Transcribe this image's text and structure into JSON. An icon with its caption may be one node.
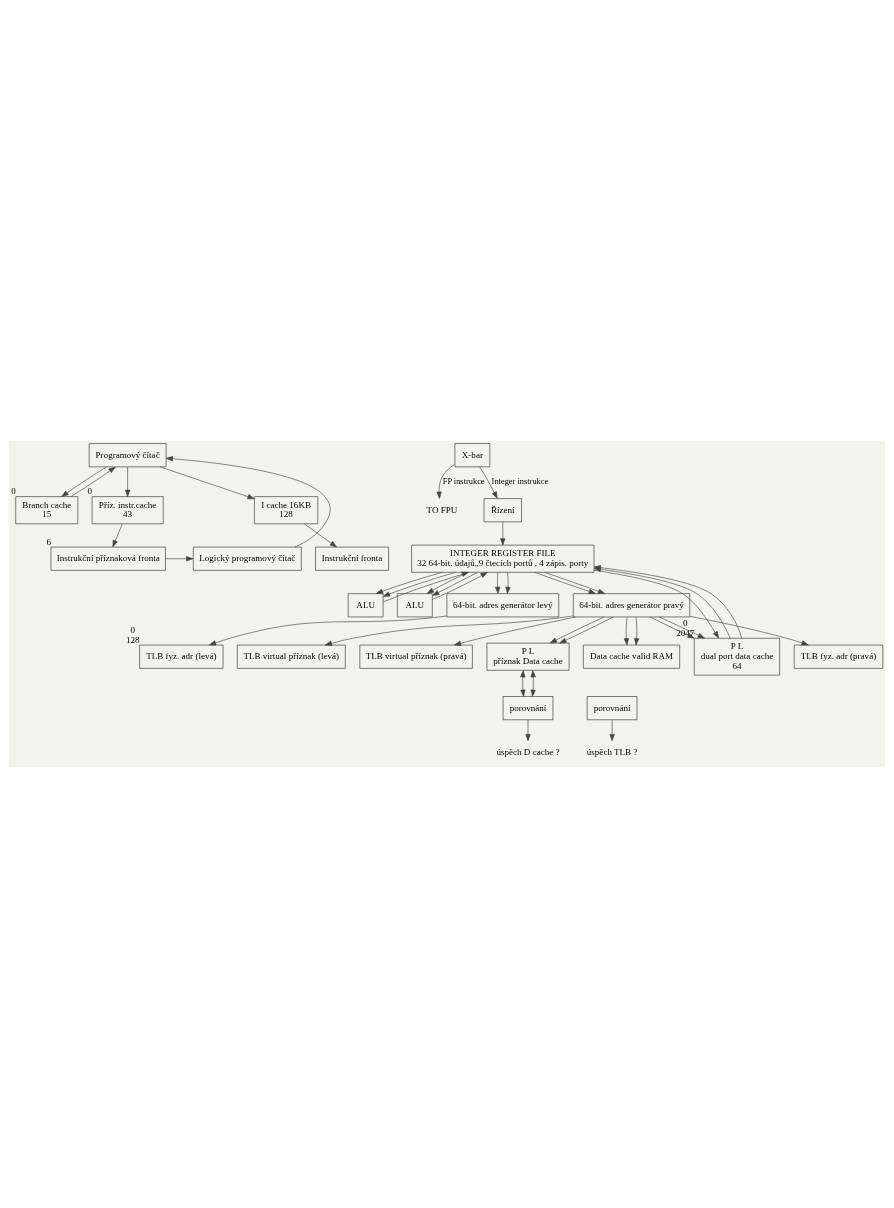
{
  "diagram": {
    "nodes": [
      {
        "text": [
          "Programový čítač"
        ]
      },
      {
        "text": [
          "Branch cache",
          "15"
        ],
        "beside": [
          "0"
        ]
      },
      {
        "text": [
          "Příz. instr.cache",
          "43"
        ],
        "beside": [
          "0"
        ]
      },
      {
        "text": [
          "I cache 16KB",
          "128"
        ]
      },
      {
        "text": [
          "Logický programový čítač"
        ]
      },
      {
        "text": [
          "Instrukční příznaková fronta"
        ],
        "beside": [
          "6"
        ]
      },
      {
        "text": [
          "Instrukční fronta"
        ]
      },
      {
        "text": [
          "X-bar"
        ]
      },
      {
        "text": [
          "TO FPU"
        ]
      },
      {
        "text": [
          "Řízení"
        ]
      },
      {
        "text": [
          "INTEGER REGISTER FILE",
          "32 64-bit. údajů„9 čtecích portů , 4 zápis. porty"
        ]
      },
      {
        "text": [
          "ALU"
        ]
      },
      {
        "text": [
          "ALU"
        ]
      },
      {
        "text": [
          "64-bit. adres generátor levý"
        ]
      },
      {
        "text": [
          "64-bit. adres generátor pravý"
        ]
      },
      {
        "text": [
          "Data cache valid RAM"
        ]
      },
      {
        "text": [
          "P L",
          "příznak Data cache"
        ]
      },
      {
        "text": [
          "P L",
          "dual port data cache",
          "64"
        ],
        "beside": [
          "0",
          "2047"
        ]
      },
      {
        "text": [
          "TLB fyz. adr (levá)"
        ],
        "beside": [
          "0",
          "128"
        ]
      },
      {
        "text": [
          "TLB fyz. adr (pravá)"
        ]
      },
      {
        "text": [
          "porovnání"
        ]
      },
      {
        "text": [
          "TLB virtual příznak (levá)"
        ]
      },
      {
        "text": [
          "TLB virtual příznak (pravá)"
        ]
      },
      {
        "text": [
          "porovnání"
        ]
      },
      {
        "text": [
          "úspěch D cache ?"
        ]
      },
      {
        "text": [
          "úspěch TLB ?"
        ]
      }
    ],
    "edges": [
      {
        "from": 0,
        "to": 1,
        "arrow": "to"
      },
      {
        "from": 0,
        "to": 2,
        "arrow": "to"
      },
      {
        "from": 0,
        "to": 3,
        "arrow": "to"
      },
      {
        "from": 1,
        "to": 0,
        "arrow": "to"
      },
      {
        "from": 4,
        "to": 0,
        "arrow": "to"
      },
      {
        "from": 2,
        "to": 5,
        "arrow": "to"
      },
      {
        "from": 3,
        "to": 6,
        "arrow": "to"
      },
      {
        "from": 5,
        "to": 4,
        "arrow": "to"
      },
      {
        "from": 7,
        "to": 8,
        "arrow": "to",
        "label": "FP instrukce"
      },
      {
        "from": 7,
        "to": 9,
        "arrow": "to",
        "label": "Integer instrukce"
      },
      {
        "from": 9,
        "to": 10,
        "arrow": "to"
      },
      {
        "from": 10,
        "to": 11,
        "arrow": "to"
      },
      {
        "from": 10,
        "to": 11,
        "arrow": "to"
      },
      {
        "from": 11,
        "to": 10,
        "arrow": "to"
      },
      {
        "from": 10,
        "to": 12,
        "arrow": "to"
      },
      {
        "from": 10,
        "to": 12,
        "arrow": "to"
      },
      {
        "from": 12,
        "to": 10,
        "arrow": "to"
      },
      {
        "from": 17,
        "to": 10,
        "arrow": "to"
      },
      {
        "from": 17,
        "to": 10,
        "arrow": "to"
      },
      {
        "from": 10,
        "to": 17,
        "arrow": "to"
      },
      {
        "from": 10,
        "to": 13,
        "arrow": "to"
      },
      {
        "from": 10,
        "to": 13,
        "arrow": "to"
      },
      {
        "from": 10,
        "to": 14,
        "arrow": "to"
      },
      {
        "from": 10,
        "to": 14,
        "arrow": "to"
      },
      {
        "from": 13,
        "to": 18,
        "arrow": "to"
      },
      {
        "from": 14,
        "to": 22,
        "arrow": "to"
      },
      {
        "from": 14,
        "to": 15,
        "arrow": "to"
      },
      {
        "from": 14,
        "to": 16,
        "arrow": "to"
      },
      {
        "from": 14,
        "to": 17,
        "arrow": "to"
      },
      {
        "from": 14,
        "to": 19,
        "arrow": "to"
      },
      {
        "from": 14,
        "to": 15,
        "arrow": "to"
      },
      {
        "from": 14,
        "to": 16,
        "arrow": "to"
      },
      {
        "from": 14,
        "to": 17,
        "arrow": "to"
      },
      {
        "from": 14,
        "to": 21,
        "arrow": "to"
      },
      {
        "from": 16,
        "to": 20,
        "arrow": "both"
      },
      {
        "from": 16,
        "to": 20,
        "arrow": "both"
      },
      {
        "from": 20,
        "to": 24,
        "arrow": "to"
      },
      {
        "from": 23,
        "to": 25,
        "arrow": "to"
      }
    ]
  }
}
